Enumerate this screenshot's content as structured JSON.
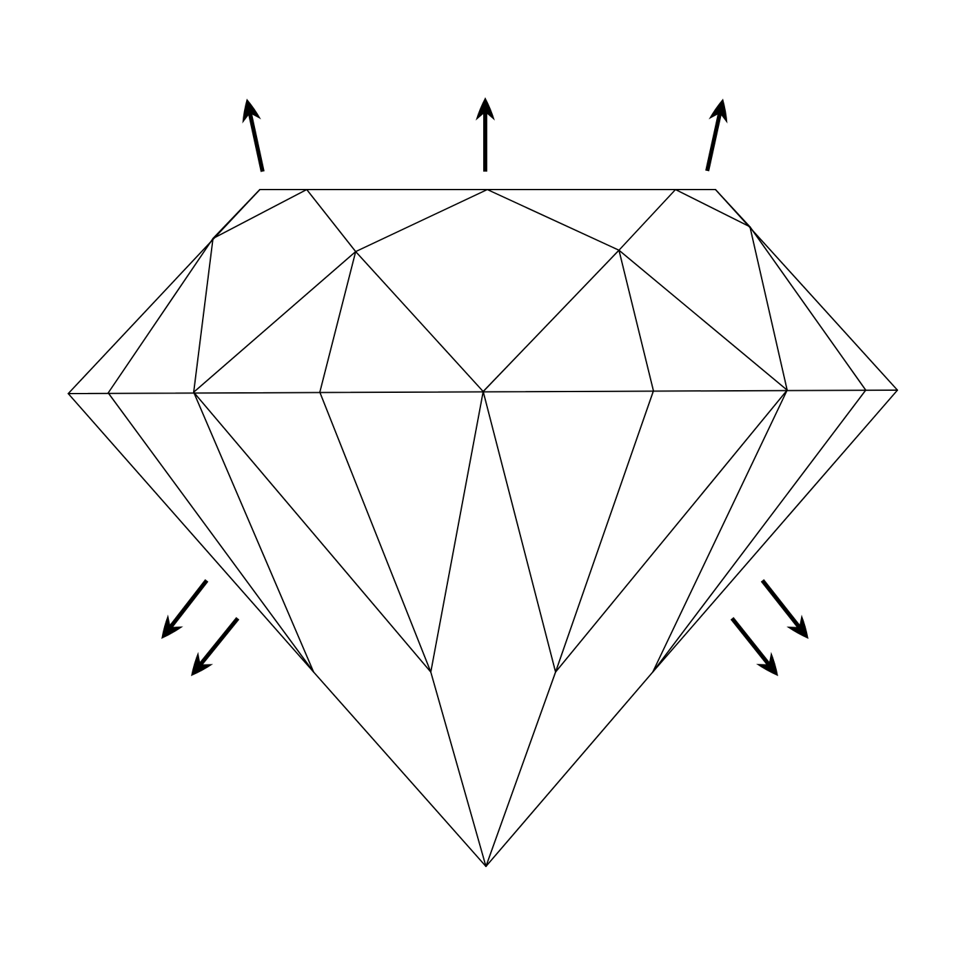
{
  "diagram": {
    "subject": "diamond",
    "line_color": "#000000",
    "background_color": "#ffffff",
    "light_arrows": {
      "top": [
        {
          "id": "top-left",
          "direction": "up-left"
        },
        {
          "id": "top-center",
          "direction": "up"
        },
        {
          "id": "top-right",
          "direction": "up-right"
        }
      ],
      "lower_left": [
        {
          "id": "lower-left-outer",
          "direction": "down-left"
        },
        {
          "id": "lower-left-inner",
          "direction": "down-left"
        }
      ],
      "lower_right": [
        {
          "id": "lower-right-outer",
          "direction": "down-right"
        },
        {
          "id": "lower-right-inner",
          "direction": "down-right"
        }
      ]
    }
  }
}
